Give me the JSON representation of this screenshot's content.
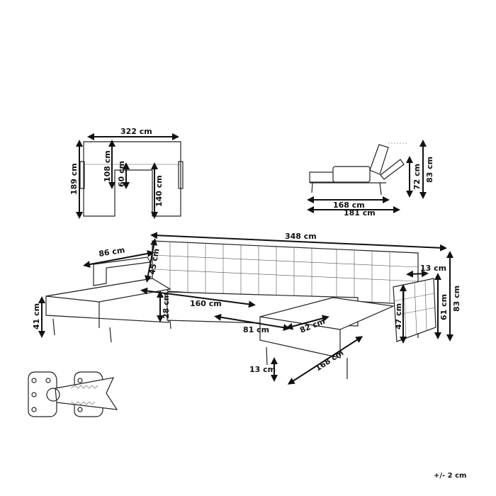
{
  "plan_view": {
    "width": "322 cm",
    "depth": "189 cm",
    "inner_depth": "108 cm",
    "chaise_inner": "60 cm",
    "chaise_depth": "140 cm"
  },
  "side_view": {
    "height": "83 cm",
    "recline_height": "72 cm",
    "bed_length": "168 cm",
    "total_length": "181 cm"
  },
  "main_view": {
    "total_width": "348 cm",
    "armrest_length": "86 cm",
    "back_height": "45 cm",
    "armrest_width": "13 cm",
    "total_height": "83 cm",
    "armrest_height": "61 cm",
    "seat_height_right": "47 cm",
    "seat_height_left": "41 cm",
    "seat_thickness": "28 cm",
    "seat_width": "160 cm",
    "chaise_width": "81 cm",
    "chaise_depth": "82 cm",
    "leg_height": "13 cm",
    "total_depth": "168 cm"
  },
  "tolerance": "+/- 2 cm"
}
